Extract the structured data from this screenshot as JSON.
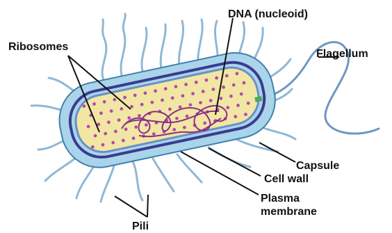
{
  "labels": {
    "dna": "DNA  (nucleoid)",
    "ribosomes": "Ribosomes",
    "flagellum": "Flagellum",
    "capsule": "Capsule",
    "cell_wall": "Cell wall",
    "plasma_membrane_line1": "Plasma",
    "plasma_membrane_line2": "membrane",
    "pili": "Pili"
  },
  "colors": {
    "capsule_fill": "#a9d4ea",
    "capsule_edge": "#3f7fae",
    "cell_wall": "#3a3b8f",
    "membrane": "#6a8fc8",
    "cytoplasm": "#f1e6a3",
    "ribosome": "#b24ba8",
    "dna": "#8a2f86",
    "pili": "#8fb8d6",
    "flagellum": "#6d98be"
  }
}
